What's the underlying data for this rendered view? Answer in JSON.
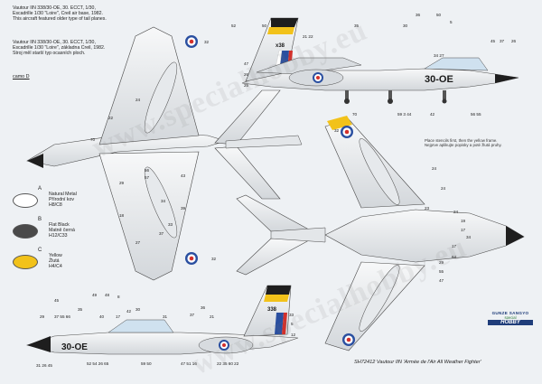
{
  "captions": {
    "top": [
      "Vautour IIN 338/30-OE, 30. ECCT, 1/30,",
      "Escadrille 1/30 \"Loire\", Creil air base, 1982.",
      "This aircraft featured older type of tail planes."
    ],
    "top_cz": [
      "Vautour IIN 338/30-OE, 30. ECCT, 1/30,",
      "Escadrille 1/30 \"Loire\", základna Creil, 1982.",
      "Stroj měl starší typ ocasních ploch."
    ]
  },
  "camo_label": "camo D",
  "legend": [
    {
      "letter": "A",
      "lines": [
        "Natural Metal",
        "Přírodní kov",
        "H8/C8"
      ],
      "color": "#ffffff"
    },
    {
      "letter": "B",
      "lines": [
        "Flat Black",
        "Matně černá",
        "H12/C33"
      ],
      "color": "#4a4a4a"
    },
    {
      "letter": "C",
      "lines": [
        "Yellow",
        "Žlutá",
        "H4/C4"
      ],
      "color": "#f2c21a"
    }
  ],
  "ref_note": [
    "Place stencils first, then the yellow frame.",
    "Nejprve aplikujte popisky a poté žlutá pruhy."
  ],
  "footer": "SH72412  Vautour IIN 'Armée de l'Air All Weather Fighter'",
  "brand": {
    "top": "GUNZE SANGYO",
    "mid": "special",
    "bottom": "HOBBY"
  },
  "watermark": "www.specialhobby.eu",
  "markings": {
    "code": "30-OE",
    "serial": "338",
    "tail_code": "x38"
  },
  "colors": {
    "metal": "#e9ecef",
    "black": "#1e1e1e",
    "yellow": "#f2c21a",
    "blue": "#2a4fa0",
    "red": "#d3302b",
    "outline": "#4a4a4a"
  },
  "callouts": {
    "side_top": [
      "52",
      "50",
      "36",
      "50",
      "5",
      "35",
      "30",
      "65",
      "48",
      "45",
      "37",
      "26",
      "21",
      "22",
      "47",
      "26",
      "25",
      "29",
      "70",
      "59",
      "3",
      "44",
      "42",
      "21",
      "53",
      "56",
      "55",
      "31",
      "34",
      "27"
    ],
    "side_bottom": [
      "45",
      "49",
      "48",
      "8",
      "29",
      "37",
      "55",
      "66",
      "35",
      "40",
      "17",
      "42",
      "30",
      "31",
      "37",
      "36",
      "21",
      "33",
      "5",
      "12",
      "31",
      "26",
      "45",
      "52",
      "54",
      "26",
      "65",
      "59",
      "50",
      "47",
      "51",
      "16",
      "22",
      "35",
      "60",
      "22"
    ],
    "plan_left": [
      "32",
      "24",
      "22",
      "70",
      "56",
      "57",
      "29",
      "43",
      "34",
      "39",
      "33",
      "37",
      "18",
      "27",
      "58",
      "44",
      "48",
      "52",
      "55",
      "32",
      "35"
    ],
    "plan_right": [
      "32",
      "24",
      "24",
      "23",
      "24",
      "19",
      "17",
      "34",
      "17",
      "64",
      "29",
      "55",
      "47"
    ]
  }
}
